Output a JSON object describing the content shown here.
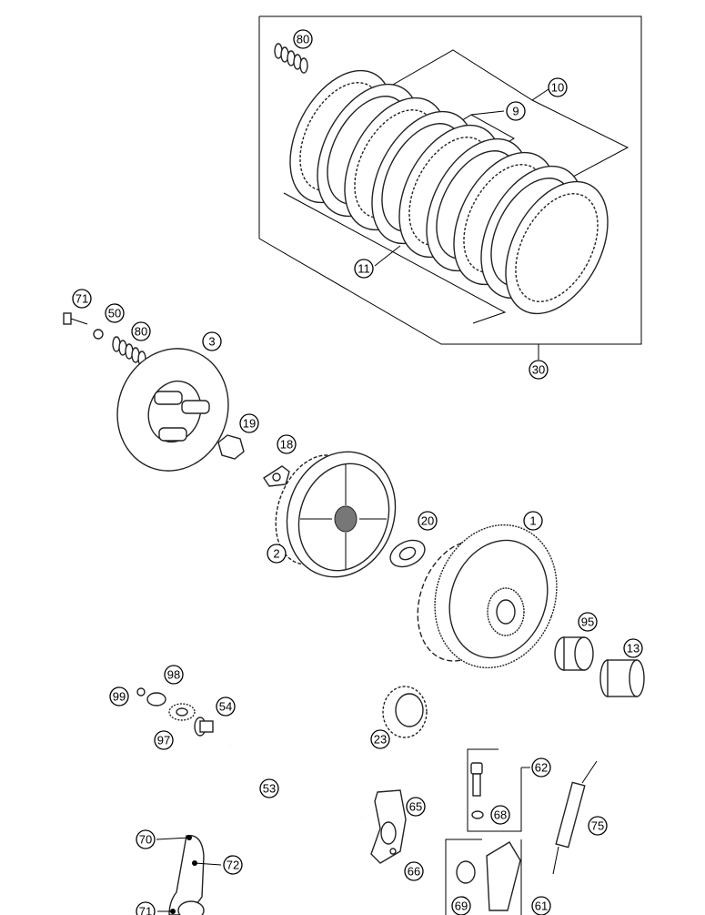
{
  "callouts": {
    "c80a": "80",
    "c10": "10",
    "c9": "9",
    "c11": "11",
    "c30": "30",
    "c71a": "71",
    "c50": "50",
    "c80b": "80",
    "c3": "3",
    "c19": "19",
    "c18": "18",
    "c2": "2",
    "c20": "20",
    "c1": "1",
    "c95": "95",
    "c13": "13",
    "c98": "98",
    "c99": "99",
    "c54": "54",
    "c97": "97",
    "c23": "23",
    "c62": "62",
    "c68": "68",
    "c75": "75",
    "c53": "53",
    "c65": "65",
    "c66": "66",
    "c70": "70",
    "c72": "72",
    "c71b": "71",
    "c69": "69",
    "c61": "61"
  }
}
